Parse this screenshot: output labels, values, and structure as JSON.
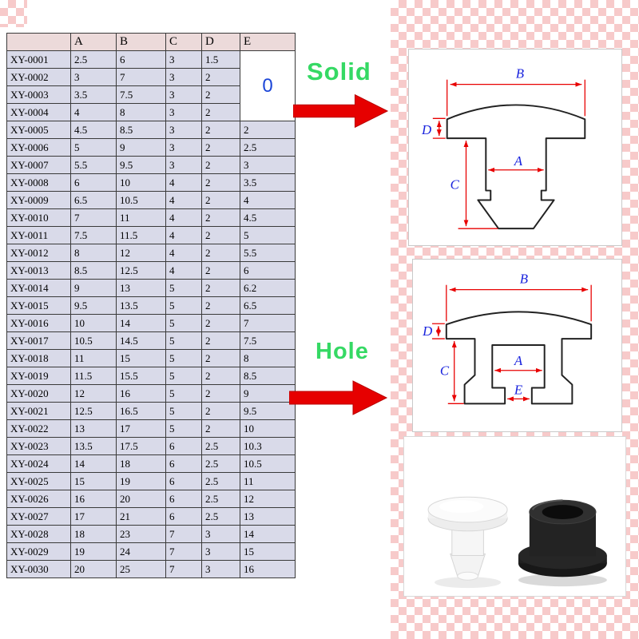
{
  "labels": {
    "solid": "Solid",
    "hole": "Hole"
  },
  "table": {
    "headers": [
      "",
      "A",
      "B",
      "C",
      "D",
      "E"
    ],
    "merged_cell": {
      "value": "0",
      "rowspan": 4,
      "column": "E"
    },
    "rows": [
      [
        "XY-0001",
        "2.5",
        "6",
        "3",
        "1.5"
      ],
      [
        "XY-0002",
        "3",
        "7",
        "3",
        "2"
      ],
      [
        "XY-0003",
        "3.5",
        "7.5",
        "3",
        "2"
      ],
      [
        "XY-0004",
        "4",
        "8",
        "3",
        "2"
      ],
      [
        "XY-0005",
        "4.5",
        "8.5",
        "3",
        "2",
        "2"
      ],
      [
        "XY-0006",
        "5",
        "9",
        "3",
        "2",
        "2.5"
      ],
      [
        "XY-0007",
        "5.5",
        "9.5",
        "3",
        "2",
        "3"
      ],
      [
        "XY-0008",
        "6",
        "10",
        "4",
        "2",
        "3.5"
      ],
      [
        "XY-0009",
        "6.5",
        "10.5",
        "4",
        "2",
        "4"
      ],
      [
        "XY-0010",
        "7",
        "11",
        "4",
        "2",
        "4.5"
      ],
      [
        "XY-0011",
        "7.5",
        "11.5",
        "4",
        "2",
        "5"
      ],
      [
        "XY-0012",
        "8",
        "12",
        "4",
        "2",
        "5.5"
      ],
      [
        "XY-0013",
        "8.5",
        "12.5",
        "4",
        "2",
        "6"
      ],
      [
        "XY-0014",
        "9",
        "13",
        "5",
        "2",
        "6.2"
      ],
      [
        "XY-0015",
        "9.5",
        "13.5",
        "5",
        "2",
        "6.5"
      ],
      [
        "XY-0016",
        "10",
        "14",
        "5",
        "2",
        "7"
      ],
      [
        "XY-0017",
        "10.5",
        "14.5",
        "5",
        "2",
        "7.5"
      ],
      [
        "XY-0018",
        "11",
        "15",
        "5",
        "2",
        "8"
      ],
      [
        "XY-0019",
        "11.5",
        "15.5",
        "5",
        "2",
        "8.5"
      ],
      [
        "XY-0020",
        "12",
        "16",
        "5",
        "2",
        "9"
      ],
      [
        "XY-0021",
        "12.5",
        "16.5",
        "5",
        "2",
        "9.5"
      ],
      [
        "XY-0022",
        "13",
        "17",
        "5",
        "2",
        "10"
      ],
      [
        "XY-0023",
        "13.5",
        "17.5",
        "6",
        "2.5",
        "10.3"
      ],
      [
        "XY-0024",
        "14",
        "18",
        "6",
        "2.5",
        "10.5"
      ],
      [
        "XY-0025",
        "15",
        "19",
        "6",
        "2.5",
        "11"
      ],
      [
        "XY-0026",
        "16",
        "20",
        "6",
        "2.5",
        "12"
      ],
      [
        "XY-0027",
        "17",
        "21",
        "6",
        "2.5",
        "13"
      ],
      [
        "XY-0028",
        "18",
        "23",
        "7",
        "3",
        "14"
      ],
      [
        "XY-0029",
        "19",
        "24",
        "7",
        "3",
        "15"
      ],
      [
        "XY-0030",
        "20",
        "25",
        "7",
        "3",
        "16"
      ]
    ]
  },
  "diagram_solid": {
    "labels": {
      "b": "B",
      "d": "D",
      "c": "C",
      "a": "A"
    }
  },
  "diagram_hole": {
    "labels": {
      "b": "B",
      "d": "D",
      "c": "C",
      "a": "A",
      "e": "E"
    }
  },
  "photo": {
    "left_item": "white-silicone-plug",
    "right_item": "black-silicone-plug"
  },
  "colors": {
    "checker_pink": "#f7caca",
    "table_body_bg": "#d9dae9",
    "table_header_bg": "#ecdada",
    "dimension_red": "#e80000",
    "dimension_blue": "#1822dd",
    "label_green": "#35d964",
    "arrow_red": "#e60000",
    "merged_zero_blue": "#1c46d8"
  }
}
